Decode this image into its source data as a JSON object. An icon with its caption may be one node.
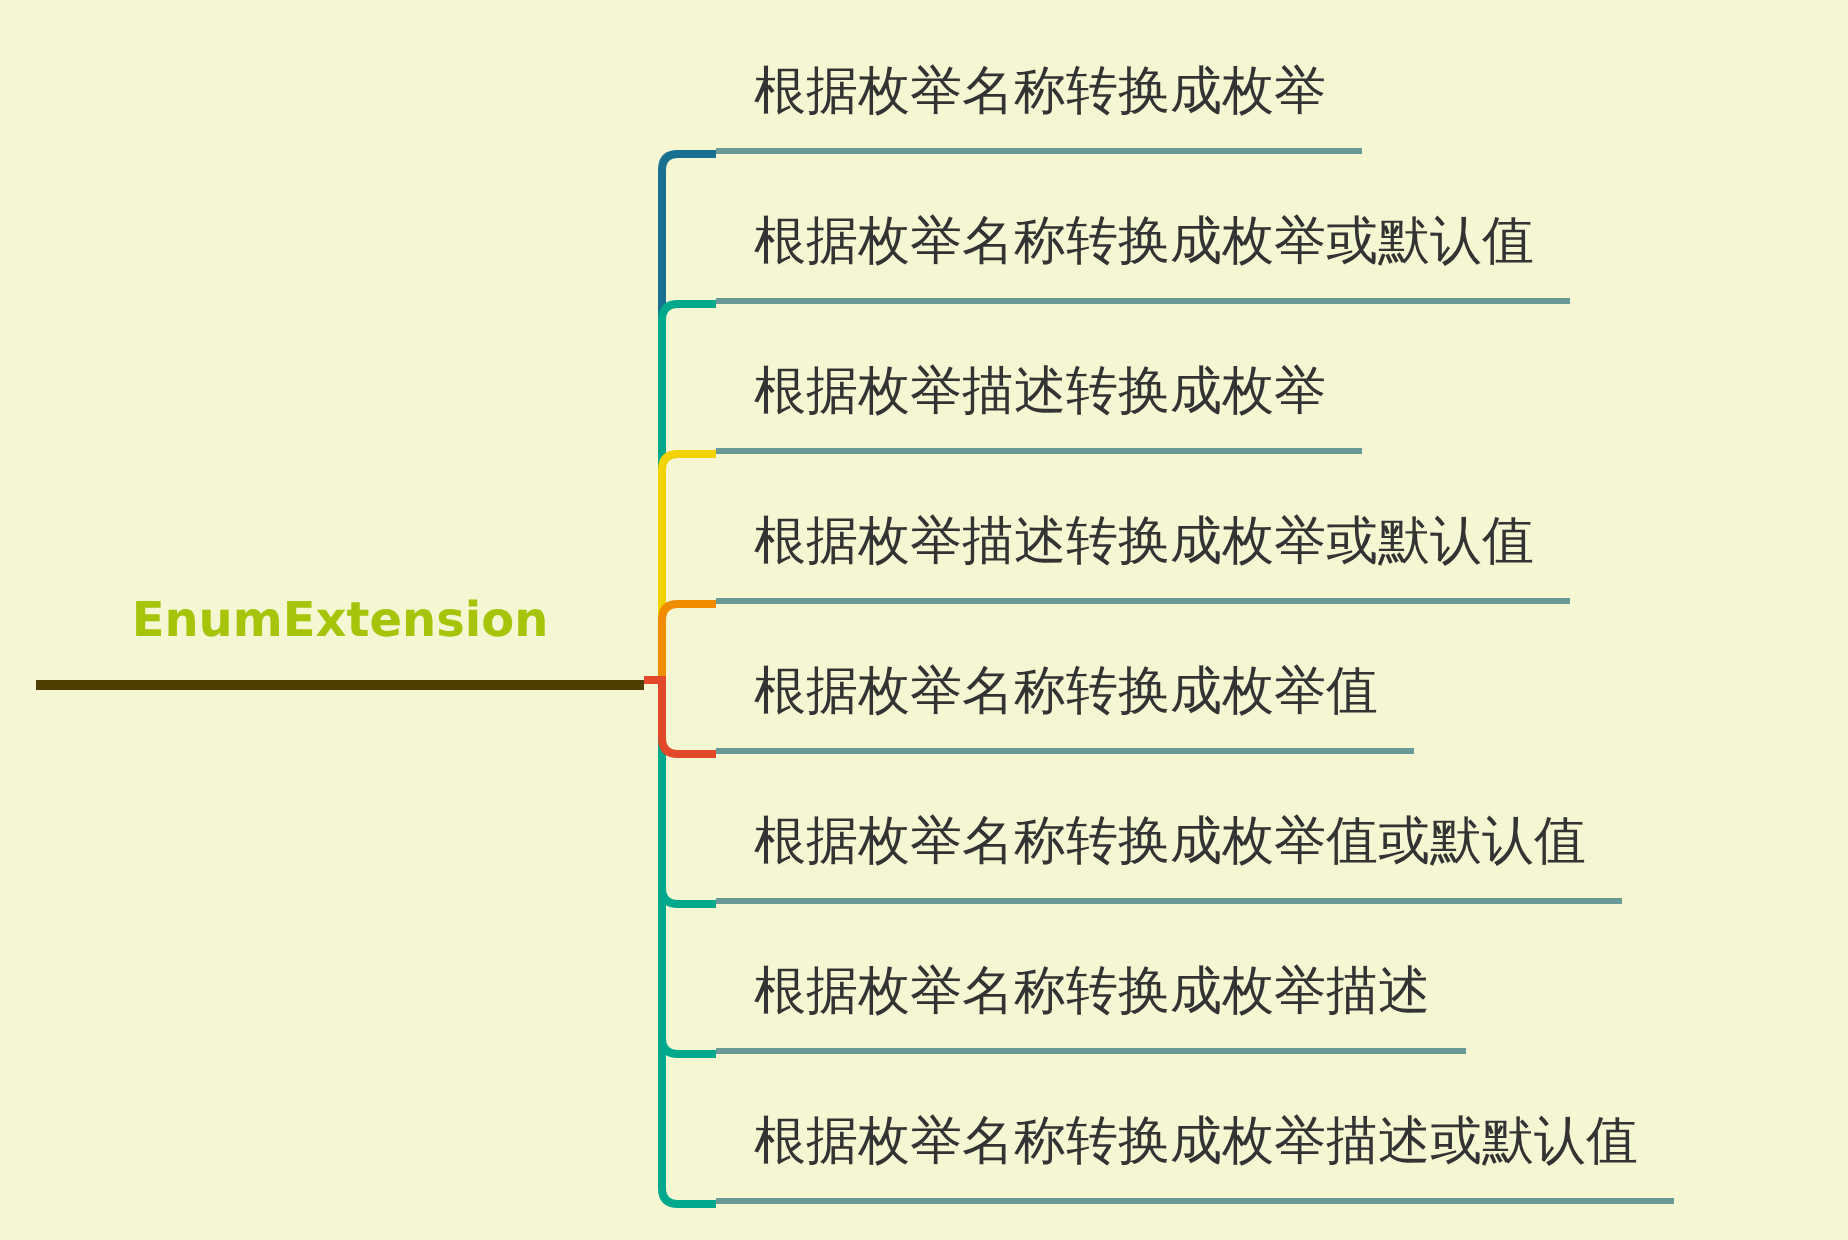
{
  "diagram": {
    "nodes": [
      {
        "text": [
          "EnumExtension"
        ]
      },
      {
        "text": [
          "根据枚举名称转换成枚举"
        ]
      },
      {
        "text": [
          "根据枚举名称转换成枚举或默认值"
        ]
      },
      {
        "text": [
          "根据枚举描述转换成枚举"
        ]
      },
      {
        "text": [
          "根据枚举描述转换成枚举或默认值"
        ]
      },
      {
        "text": [
          "根据枚举名称转换成枚举值"
        ]
      },
      {
        "text": [
          "根据枚举名称转换成枚举值或默认值"
        ]
      },
      {
        "text": [
          "根据枚举名称转换成枚举描述"
        ]
      },
      {
        "text": [
          "根据枚举名称转换成枚举描述或默认值"
        ]
      }
    ],
    "edges": [
      {
        "from": 0,
        "to": 1,
        "arrow": "none",
        "color": "#17708f"
      },
      {
        "from": 0,
        "to": 2,
        "arrow": "none"
      },
      {
        "from": 0,
        "to": 3,
        "arrow": "none",
        "color": "#f2d300"
      },
      {
        "from": 0,
        "to": 4,
        "arrow": "none",
        "color": "#f08c00"
      },
      {
        "from": 0,
        "to": 5,
        "arrow": "none",
        "color": "#e2492a"
      },
      {
        "from": 0,
        "to": 6,
        "arrow": "none"
      },
      {
        "from": 0,
        "to": 7,
        "arrow": "none"
      },
      {
        "from": 0,
        "to": 8,
        "arrow": "none"
      }
    ]
  }
}
